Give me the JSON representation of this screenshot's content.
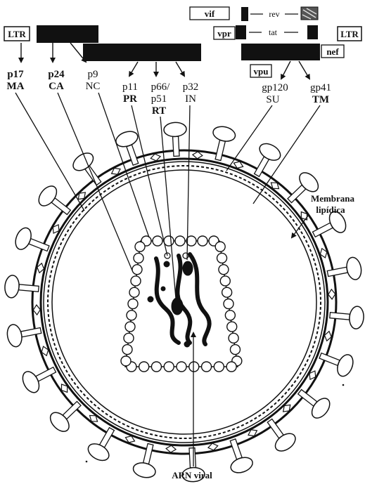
{
  "genome": {
    "ltr_left": "LTR",
    "ltr_right": "LTR",
    "vif": "vif",
    "vpr": "vpr",
    "vpu": "vpu",
    "nef": "nef",
    "rev": "rev",
    "tat": "tat"
  },
  "proteins": {
    "p17": "p17",
    "ma": "MA",
    "p24": "p24",
    "ca": "CA",
    "p9": "p9",
    "nc": "NC",
    "p11": "p11",
    "pr": "PR",
    "p66": "p66/",
    "p51": "p51",
    "rt": "RT",
    "p32": "p32",
    "in": "IN",
    "gp120": "gp120",
    "su": "SU",
    "gp41": "gp41",
    "tm": "TM"
  },
  "annotations": {
    "membrane_1": "Membrana",
    "membrane_2": "lipídica",
    "rna": "ARN viral"
  }
}
